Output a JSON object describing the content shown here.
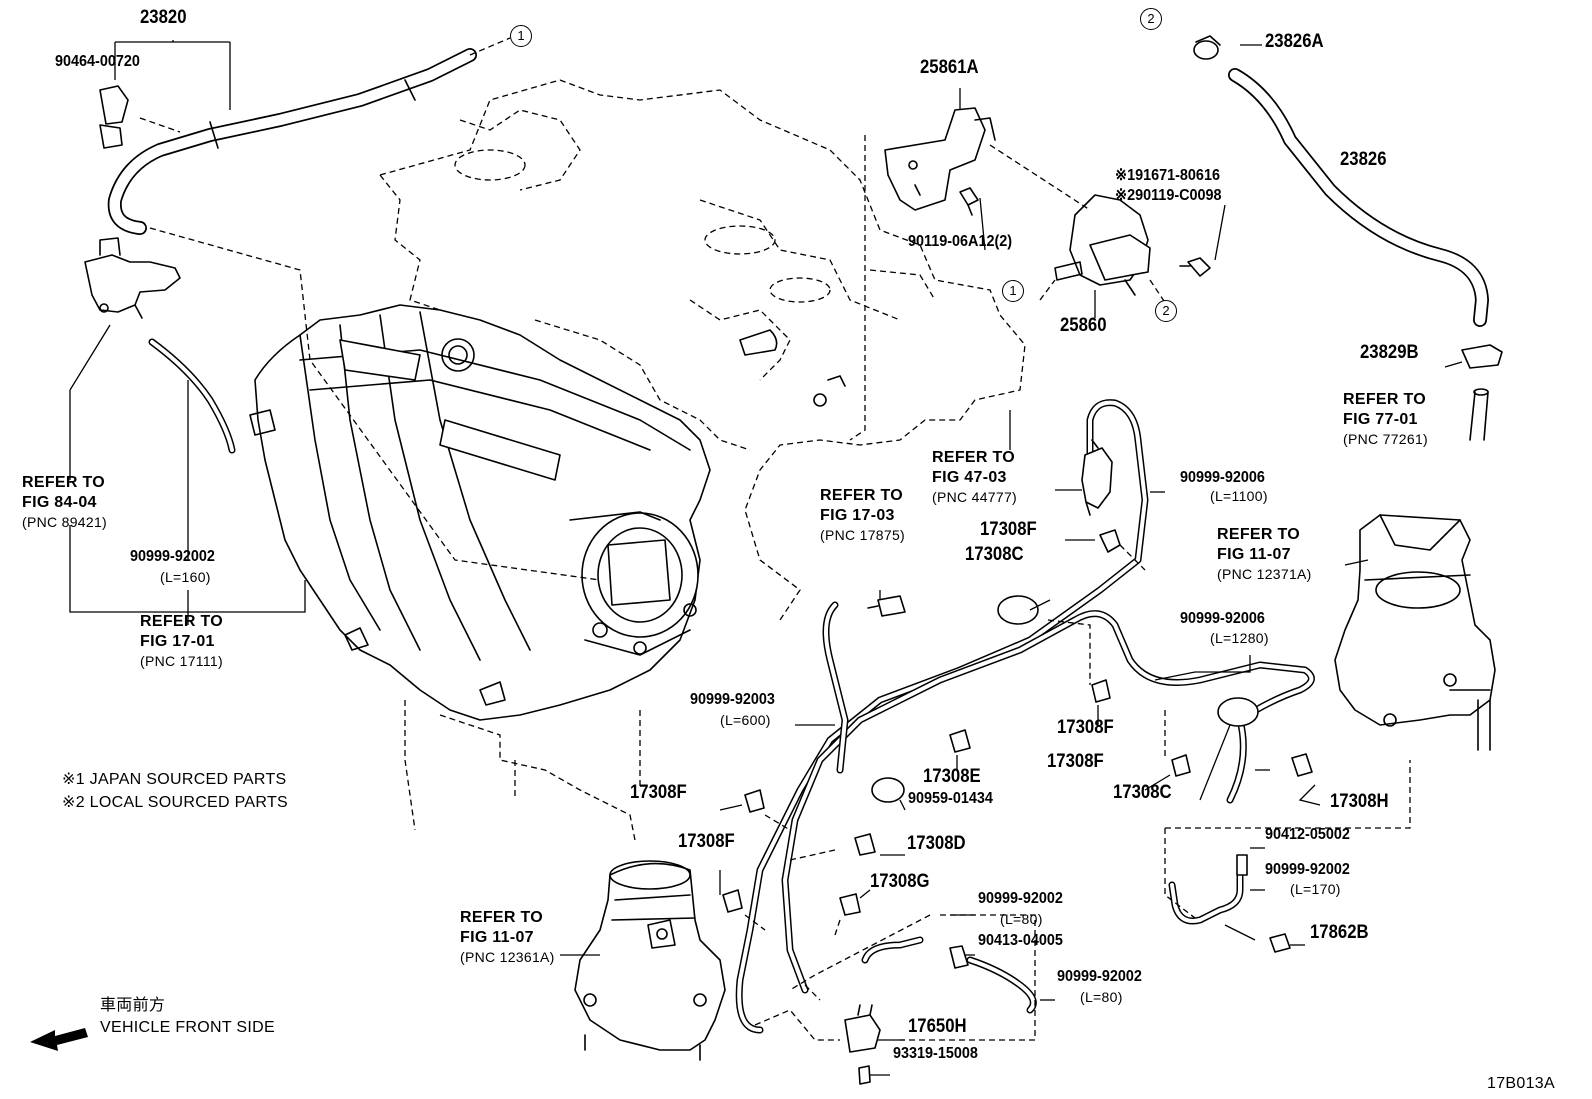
{
  "labels": {
    "p23820": "23820",
    "p90464": "90464-00720",
    "p25861a": "25861A",
    "p23826a": "23826A",
    "p23826": "23826",
    "p91671": "※191671-80616",
    "p90119c": "※290119-C0098",
    "p90119_06": "90119-06A12(2)",
    "p25860": "25860",
    "p23829b": "23829B",
    "p90999_92006a": "90999-92006",
    "p90999_92006a_len": "(L=1100)",
    "p17308f_1": "17308F",
    "p17308c_1": "17308C",
    "p90999_92006b": "90999-92006",
    "p90999_92006b_len": "(L=1280)",
    "p90999_92002a": "90999-92002",
    "p90999_92002a_len": "(L=160)",
    "p90999_92003": "90999-92003",
    "p90999_92003_len": "(L=600)",
    "p17308f_2": "17308F",
    "p17308e": "17308E",
    "p17308f_3": "17308F",
    "p17308c_2": "17308C",
    "p17308h": "17308H",
    "p17308f_4": "17308F",
    "p90959": "90959-01434",
    "p17308d": "17308D",
    "p17308f_5": "17308F",
    "p17308g": "17308G",
    "p90999_92002b": "90999-92002",
    "p90999_92002b_len": "(L=80)",
    "p90413": "90413-04005",
    "p90999_92002c": "90999-92002",
    "p90999_92002c_len": "(L=80)",
    "p17650h": "17650H",
    "p93319": "93319-15008",
    "p90412": "90412-05002",
    "p90999_92002d": "90999-92002",
    "p90999_92002d_len": "(L=170)",
    "p17862b": "17862B"
  },
  "refs": {
    "r84": {
      "l1": "REFER TO",
      "l2": "FIG 84-04",
      "l3": "(PNC 89421)"
    },
    "r17_01": {
      "l1": "REFER TO",
      "l2": "FIG 17-01",
      "l3": "(PNC 17111)"
    },
    "r17_03": {
      "l1": "REFER TO",
      "l2": "FIG 17-03",
      "l3": "(PNC 17875)"
    },
    "r47": {
      "l1": "REFER TO",
      "l2": "FIG 47-03",
      "l3": "(PNC 44777)"
    },
    "r77": {
      "l1": "REFER TO",
      "l2": "FIG 77-01",
      "l3": "(PNC 77261)"
    },
    "r11_a": {
      "l1": "REFER TO",
      "l2": "FIG 11-07",
      "l3": "(PNC 12371A)"
    },
    "r11_b": {
      "l1": "REFER TO",
      "l2": "FIG 11-07",
      "l3": "(PNC 12361A)"
    }
  },
  "markers": {
    "one": "1",
    "two": "2"
  },
  "notes": {
    "n1": "※1 JAPAN SOURCED PARTS",
    "n2": "※2 LOCAL SOURCED PARTS",
    "dir_jp": "車両前方",
    "dir_en": "VEHICLE FRONT SIDE"
  },
  "figure_id": "17B013A"
}
